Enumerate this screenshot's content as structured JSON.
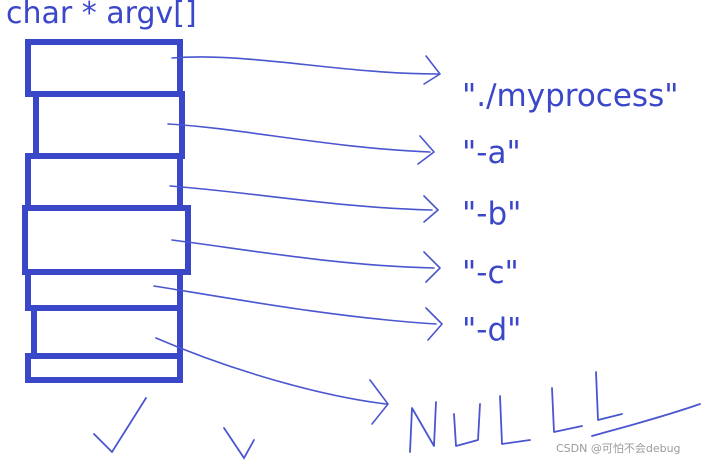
{
  "diagram": {
    "title": "char * argv[]",
    "strings": [
      "\"./myprocess\"",
      "\"-a\"",
      "\"-b\"",
      "\"-c\"",
      "\"-d\""
    ],
    "null_text": "NULL",
    "watermark": "CSDN @可怕不会debug"
  },
  "colors": {
    "ink": "#3b47c9",
    "pen": "#4a55d0",
    "watermark": "#9a9a9a"
  }
}
